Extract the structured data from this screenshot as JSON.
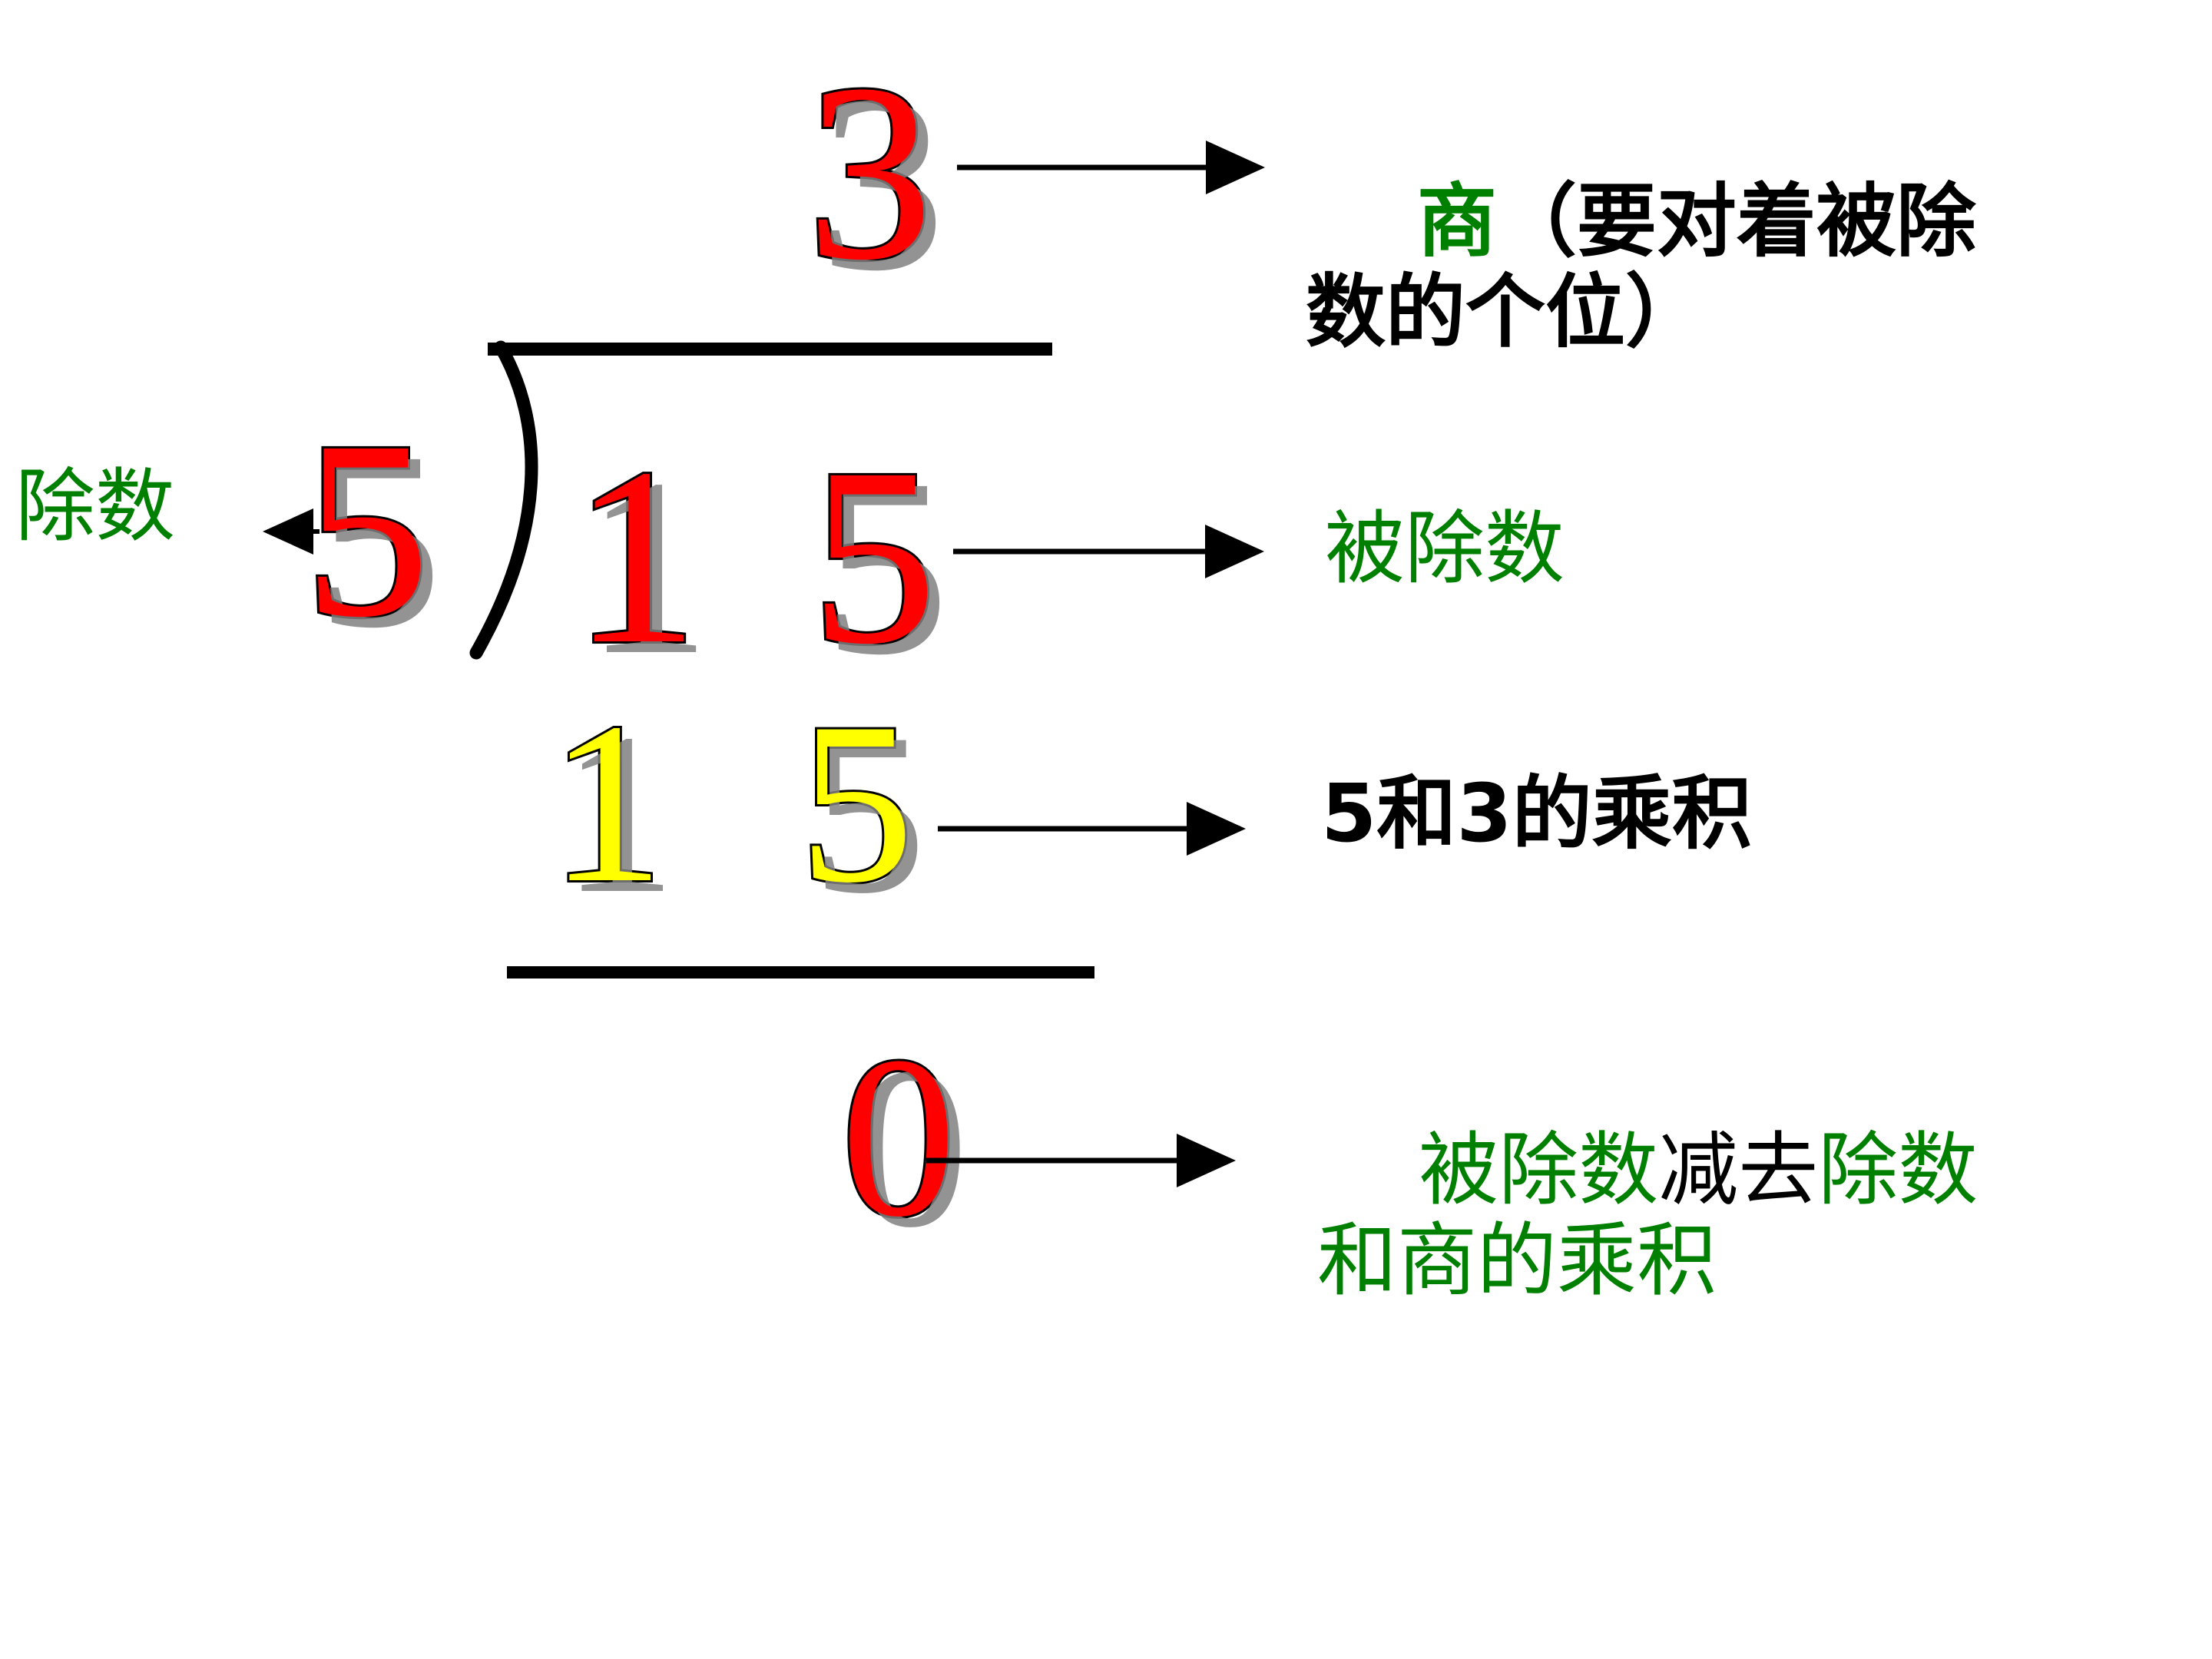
{
  "document": {
    "kind": "long-division-teaching-diagram",
    "language": "zh-CN",
    "background_color": "#ffffff"
  },
  "colors": {
    "quotient": "#ff0000",
    "divisor": "#ff0000",
    "dividend": "#ff0000",
    "product": "#ffff00",
    "remainder": "#ff0000",
    "annotation_green": "#008000",
    "annotation_black": "#000000",
    "rule": "#000000",
    "shadow": "#808080"
  },
  "equation": {
    "quotient": "3",
    "divisor": "5",
    "dividend_tens": "1",
    "dividend_ones": "5",
    "product_tens": "1",
    "product_ones": "5",
    "remainder": "0",
    "division_sign": ")"
  },
  "annotations": {
    "quotient_note": {
      "green_part": "商",
      "black_part": "（要对着被除\n数的个位）",
      "full": "商（要对着被除数的个位）"
    },
    "divisor_note": {
      "text": "除数",
      "color": "#008000"
    },
    "dividend_note": {
      "text": "被除数",
      "color": "#008000"
    },
    "product_note": {
      "text": "5和3的乘积",
      "color": "#000000"
    },
    "remainder_note": {
      "seg1_green": "被除数",
      "seg2_black": "减去",
      "seg3_green": "除数\n和商的乘积",
      "full": "被除数减去除数和商的乘积"
    }
  },
  "arrows": [
    {
      "name": "quotient-arrow",
      "direction": "right"
    },
    {
      "name": "divisor-arrow",
      "direction": "left"
    },
    {
      "name": "dividend-arrow",
      "direction": "right"
    },
    {
      "name": "product-arrow",
      "direction": "right"
    },
    {
      "name": "remainder-arrow",
      "direction": "right"
    }
  ]
}
